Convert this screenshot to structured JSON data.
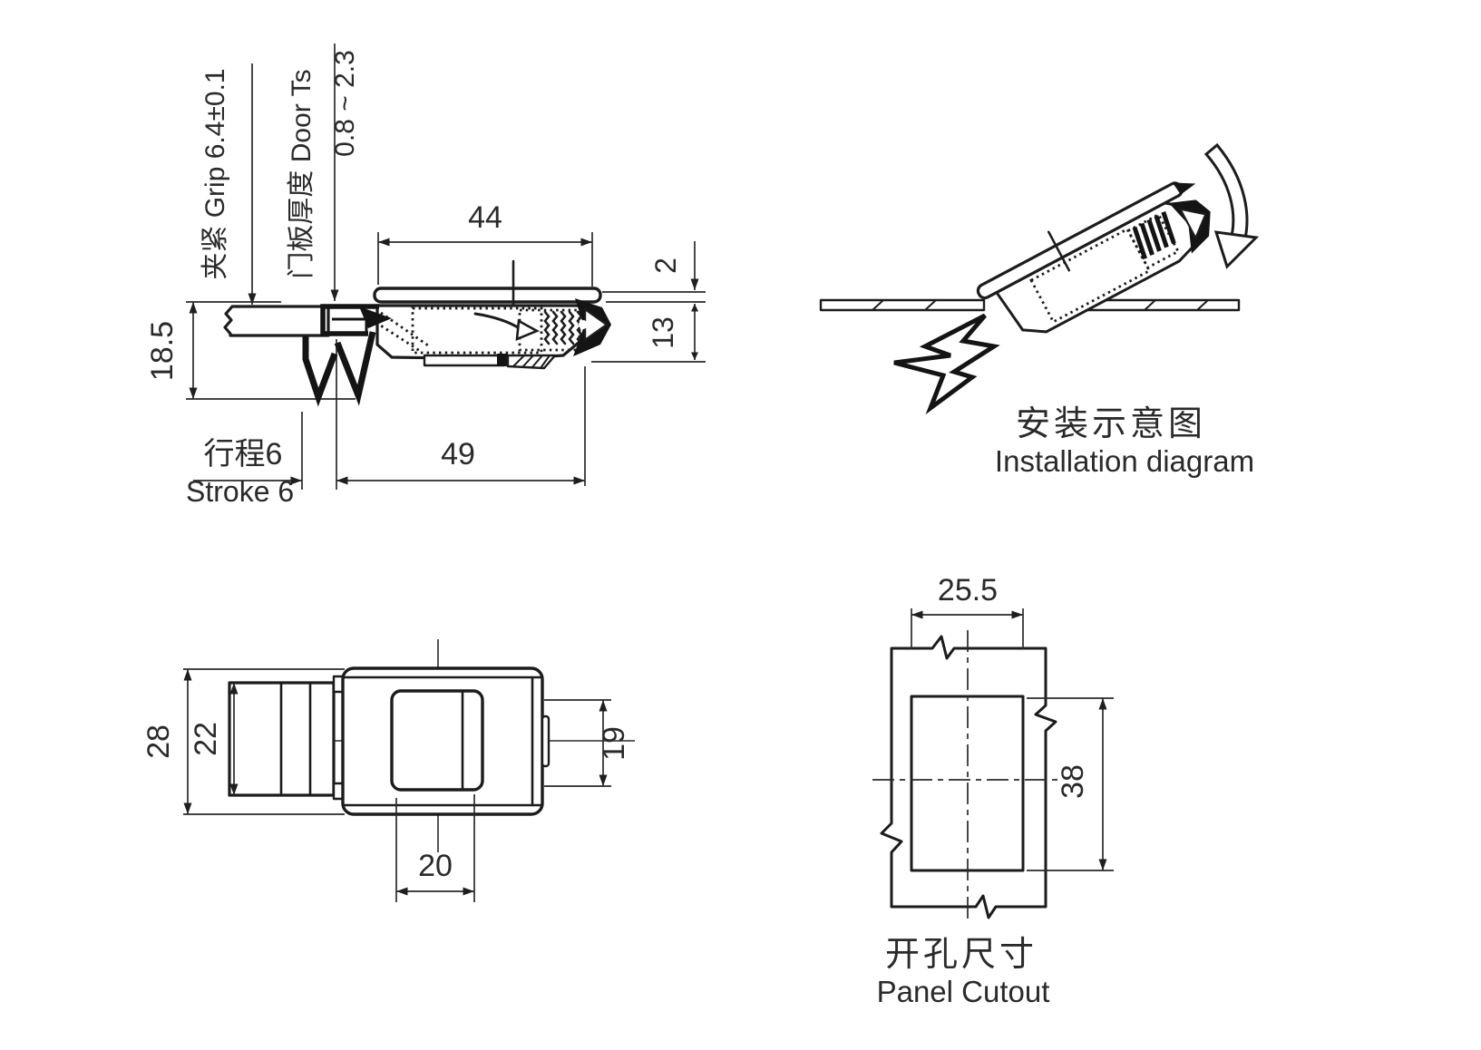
{
  "drawing": {
    "colors": {
      "line": "#1c1c1c",
      "text": "#2a2a2a",
      "background": "#ffffff"
    },
    "section_view": {
      "grip_label": "夹紧 Grip 6.4±0.1",
      "door_thickness_label": "门板厚度 Door Ts",
      "door_thickness_range": "0.8 ~ 2.3",
      "dim_flange_width": "44",
      "dim_flange_standoff": "2",
      "dim_body_depth": "13",
      "dim_overall_height": "18.5",
      "dim_body_length": "49",
      "stroke_label_cn": "行程6",
      "stroke_label_en": "Stroke 6"
    },
    "installation_view": {
      "caption_cn": "安装示意图",
      "caption_en": "Installation diagram"
    },
    "top_view": {
      "dim_overall_width": "28",
      "dim_rib_width": "22",
      "dim_button_height": "19",
      "dim_button_width": "20"
    },
    "panel_cutout_view": {
      "caption_cn": "开孔尺寸",
      "caption_en": "Panel Cutout",
      "dim_cutout_width": "25.5",
      "dim_cutout_height": "38"
    }
  }
}
